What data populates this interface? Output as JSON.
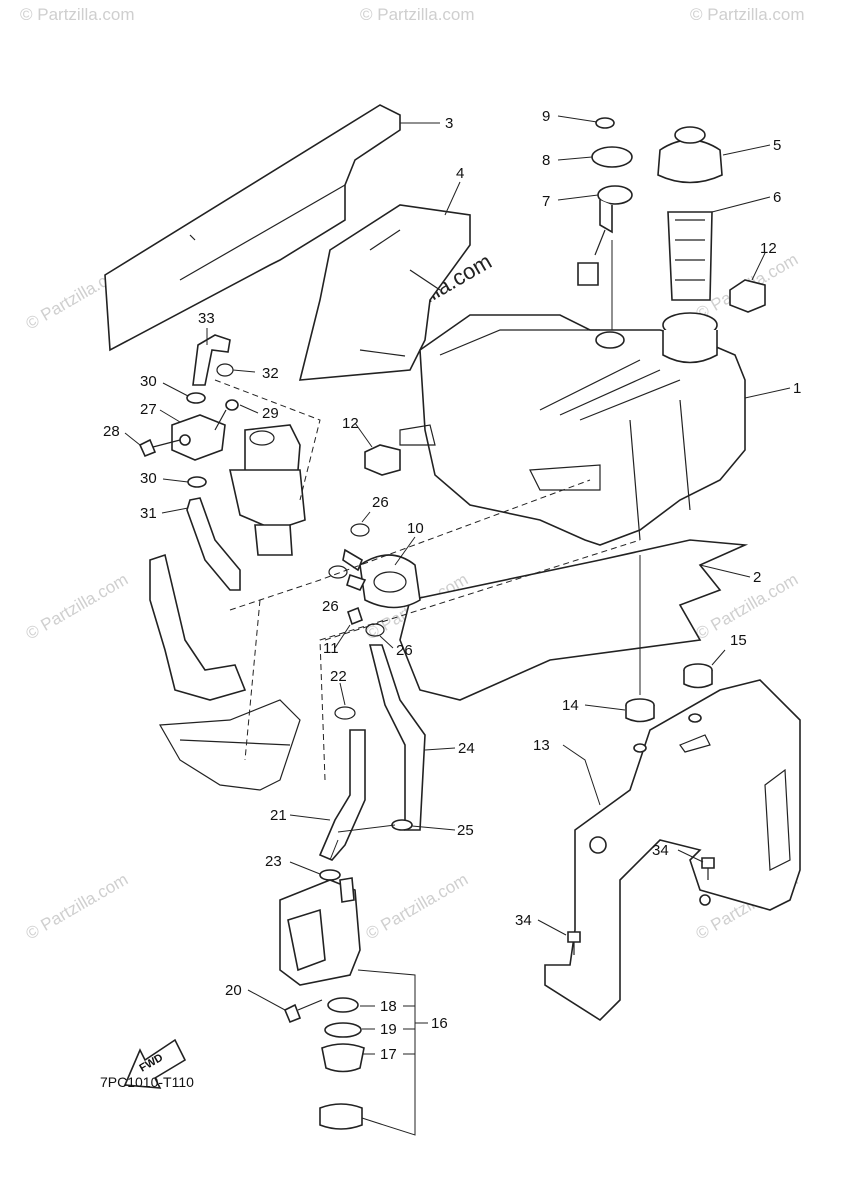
{
  "diagram": {
    "code": "7PC1010-T110",
    "fwd_label": "FWD",
    "watermark_main": "© Partzilla.com",
    "watermark_small": "© Partzilla.com",
    "callouts": {
      "n1": "1",
      "n2": "2",
      "n3": "3",
      "n4": "4",
      "n5": "5",
      "n6": "6",
      "n7": "7",
      "n8": "8",
      "n9": "9",
      "n10": "10",
      "n11": "11",
      "n12a": "12",
      "n12b": "12",
      "n13": "13",
      "n14": "14",
      "n15": "15",
      "n16": "16",
      "n17": "17",
      "n18": "18",
      "n19": "19",
      "n20": "20",
      "n21": "21",
      "n22": "22",
      "n23": "23",
      "n24": "24",
      "n25": "25",
      "n26a": "26",
      "n26b": "26",
      "n26c": "26",
      "n27": "27",
      "n28": "28",
      "n29": "29",
      "n30a": "30",
      "n30b": "30",
      "n31": "31",
      "n32": "32",
      "n33": "33",
      "n34a": "34",
      "n34b": "34"
    }
  }
}
